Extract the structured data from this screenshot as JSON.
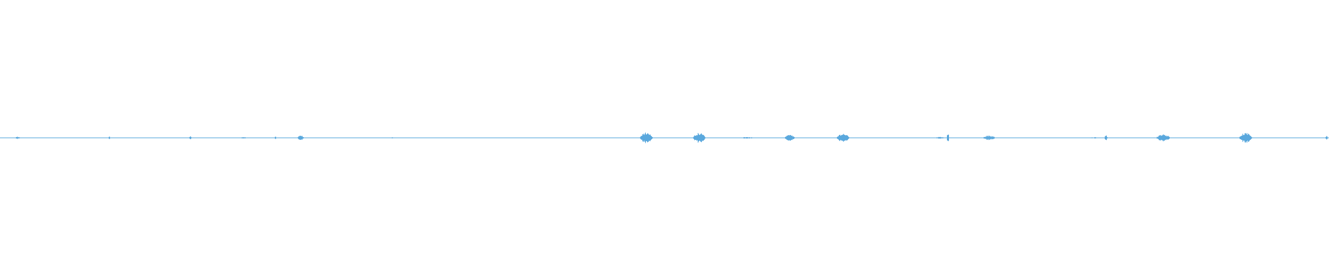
{
  "waveform": {
    "color": "#5aa8dd",
    "background": "#ffffff",
    "duration_fraction_scale": 1,
    "baseline_noise": 0.012,
    "bursts": [
      {
        "position": 0.013,
        "width": 0.004,
        "amplitude": 0.09
      },
      {
        "position": 0.035,
        "width": 0.012,
        "amplitude": 0.03
      },
      {
        "position": 0.082,
        "width": 0.002,
        "amplitude": 0.11
      },
      {
        "position": 0.13,
        "width": 0.01,
        "amplitude": 0.03
      },
      {
        "position": 0.143,
        "width": 0.002,
        "amplitude": 0.12
      },
      {
        "position": 0.183,
        "width": 0.005,
        "amplitude": 0.06
      },
      {
        "position": 0.207,
        "width": 0.002,
        "amplitude": 0.1
      },
      {
        "position": 0.226,
        "width": 0.005,
        "amplitude": 0.2
      },
      {
        "position": 0.278,
        "width": 0.006,
        "amplitude": 0.03
      },
      {
        "position": 0.295,
        "width": 0.004,
        "amplitude": 0.04
      },
      {
        "position": 0.355,
        "width": 0.006,
        "amplitude": 0.03
      },
      {
        "position": 0.398,
        "width": 0.01,
        "amplitude": 0.03
      },
      {
        "position": 0.486,
        "width": 0.01,
        "amplitude": 0.45
      },
      {
        "position": 0.526,
        "width": 0.01,
        "amplitude": 0.4
      },
      {
        "position": 0.562,
        "width": 0.012,
        "amplitude": 0.06
      },
      {
        "position": 0.594,
        "width": 0.008,
        "amplitude": 0.25
      },
      {
        "position": 0.634,
        "width": 0.01,
        "amplitude": 0.35
      },
      {
        "position": 0.707,
        "width": 0.007,
        "amplitude": 0.08
      },
      {
        "position": 0.713,
        "width": 0.002,
        "amplitude": 0.4
      },
      {
        "position": 0.744,
        "width": 0.01,
        "amplitude": 0.18
      },
      {
        "position": 0.823,
        "width": 0.008,
        "amplitude": 0.05
      },
      {
        "position": 0.832,
        "width": 0.002,
        "amplitude": 0.28
      },
      {
        "position": 0.875,
        "width": 0.011,
        "amplitude": 0.28
      },
      {
        "position": 0.937,
        "width": 0.01,
        "amplitude": 0.4
      },
      {
        "position": 0.998,
        "width": 0.002,
        "amplitude": 0.15
      }
    ]
  }
}
